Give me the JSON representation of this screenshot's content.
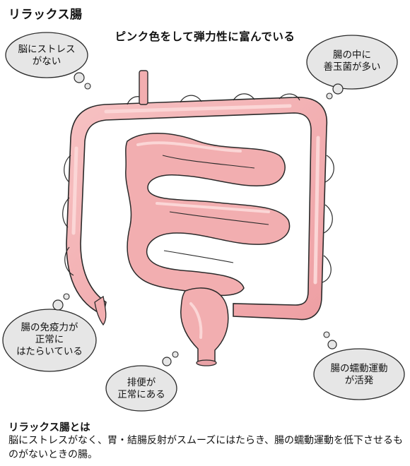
{
  "title": "リラックス腸",
  "subtitle": "ピンク色をして弾力性に富んでいる",
  "callouts": {
    "brain": "脳にストレス\nがない",
    "bacteria": "腸の中に\n善玉菌が多い",
    "immunity": "腸の免疫力が\n正常に\nはたらいている",
    "bowel": "排便が\n正常にある",
    "peristalsis": "腸の蠕動運動\nが活発"
  },
  "definition": {
    "heading": "リラックス腸とは",
    "body": "脳にストレスがなく、胃・結腸反射がスムーズにはたらき、腸の蠕動運動を低下させるものがないときの腸。"
  },
  "colors": {
    "intestine_fill": "#f2aeb0",
    "intestine_highlight": "#fbd6d6",
    "intestine_shadow": "#d98c92",
    "outline": "#2a2a2a",
    "bubble_fill": "#e6e6e6"
  }
}
